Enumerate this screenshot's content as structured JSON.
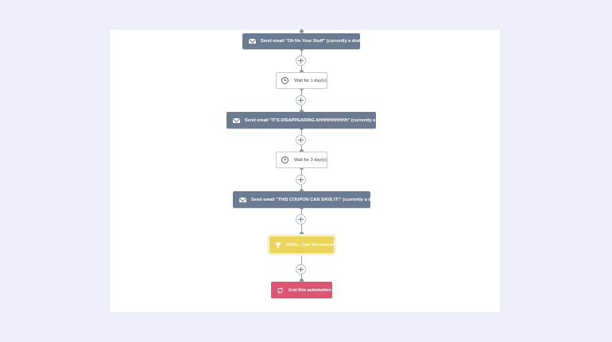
{
  "workflow": {
    "steps": [
      {
        "type": "email",
        "icon": "mail-icon",
        "label": "Send email \"Oh No Your Stuff\" (currently a draft)"
      },
      {
        "type": "wait",
        "icon": "clock-icon",
        "label": "Wait for 1 day(s)"
      },
      {
        "type": "email",
        "icon": "mail-icon",
        "label": "Send email \"IT'S DISAPPEARING AHHHHHHHHH\" (currently a draft)"
      },
      {
        "type": "wait",
        "icon": "clock-icon",
        "label": "Wait for 3 day(s)"
      },
      {
        "type": "email",
        "icon": "mail-icon",
        "label": "Send email \"THIS COUPON CAN SAVE IT!\" (currently a draft)"
      },
      {
        "type": "goal",
        "icon": "trophy-icon",
        "label": "GOAL: Cart Recovered"
      },
      {
        "type": "end",
        "icon": "refresh-icon",
        "label": "End this automation"
      }
    ],
    "add_step_symbol": "+"
  },
  "colors": {
    "page_background": "#eeeffb",
    "email_node": "#6a7b92",
    "wait_node_border": "#c7ccd3",
    "goal_node": "#ead45a",
    "end_node": "#dc5573",
    "connector": "#9aa3ad"
  }
}
